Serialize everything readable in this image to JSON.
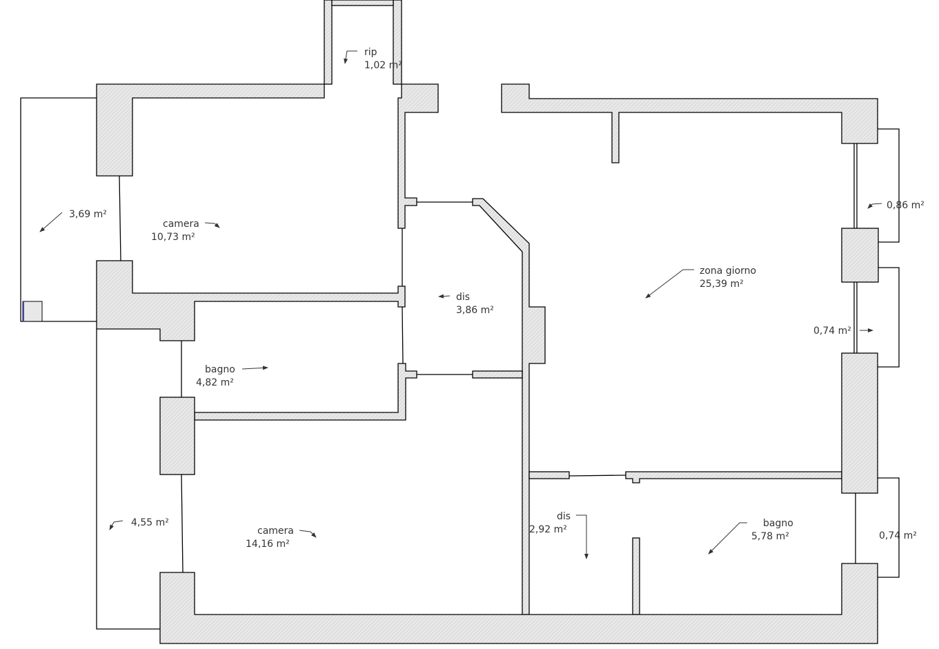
{
  "rooms": [
    {
      "name": "rip",
      "area": "1,02 m²"
    },
    {
      "name": "",
      "area": "3,69 m²"
    },
    {
      "name": "camera",
      "area": "10,73 m²"
    },
    {
      "name": "dis",
      "area": "3,86 m²"
    },
    {
      "name": "zona giorno",
      "area": "25,39 m²"
    },
    {
      "name": "",
      "area": "0,86 m²"
    },
    {
      "name": "",
      "area": "0,74 m²"
    },
    {
      "name": "bagno",
      "area": "4,82 m²"
    },
    {
      "name": "",
      "area": "4,55 m²"
    },
    {
      "name": "camera",
      "area": "14,16 m²"
    },
    {
      "name": "dis",
      "area": "2,92 m²"
    },
    {
      "name": "bagno",
      "area": "5,78 m²"
    },
    {
      "name": "",
      "area": "0,74 m²"
    }
  ],
  "colors": {
    "wall_fill": "#e6e6e6",
    "line": "#000000",
    "text": "#333333"
  }
}
